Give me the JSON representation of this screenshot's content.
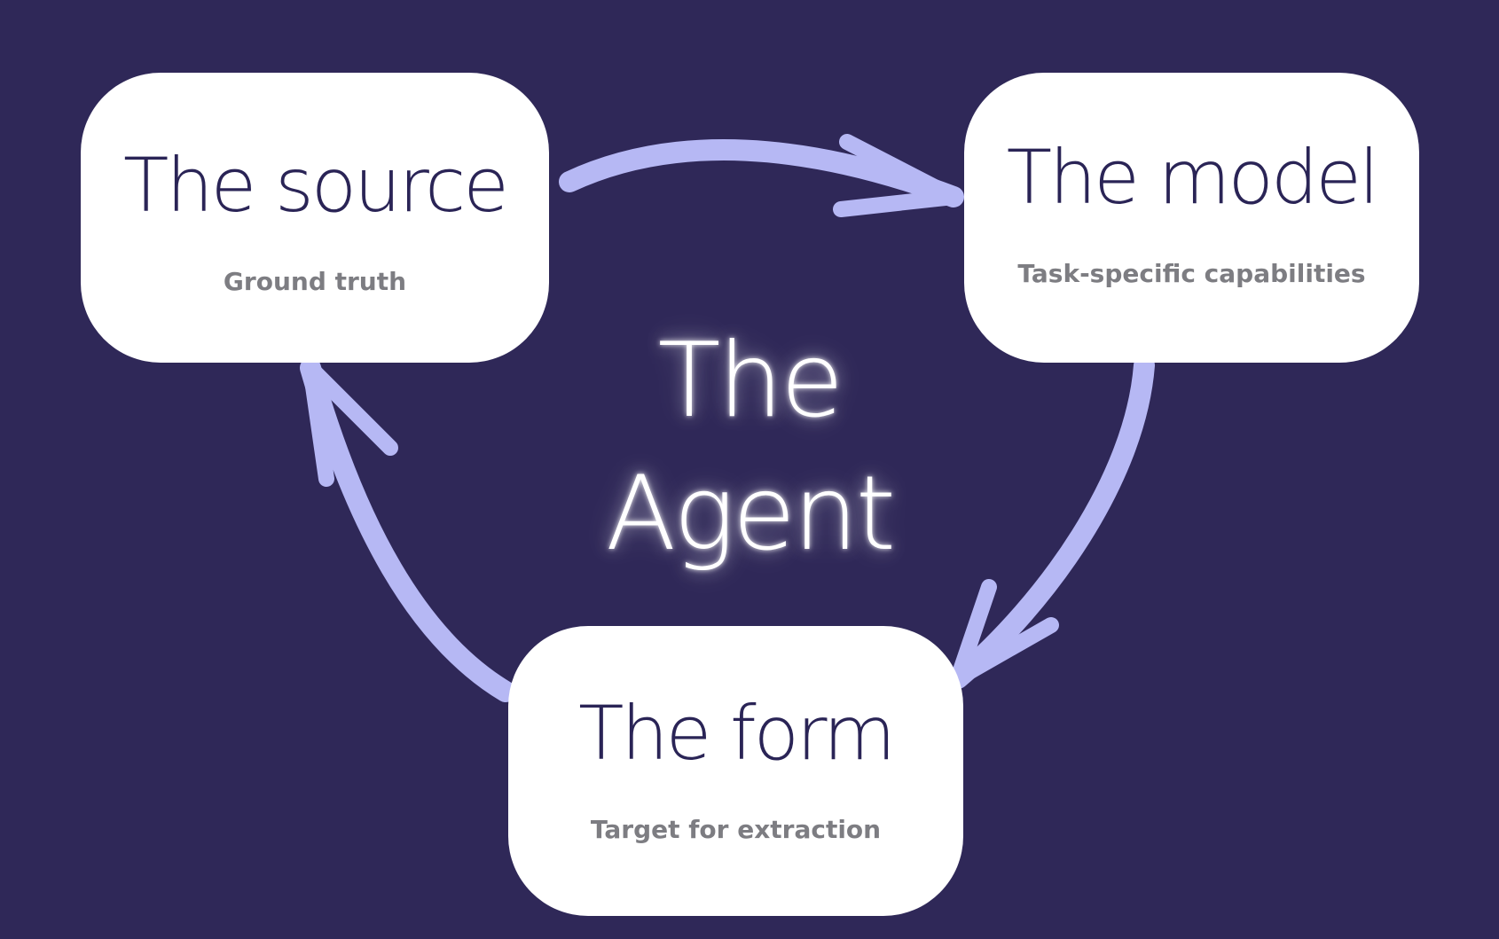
{
  "colors": {
    "background": "#2f2858",
    "card": "#ffffff",
    "title_text": "#2a2456",
    "subtitle_text": "#7d7d82",
    "arrow": "#b6b8f4",
    "center_text": "#ffffff"
  },
  "center": {
    "line1": "The",
    "line2": "Agent"
  },
  "nodes": {
    "source": {
      "title": "The source",
      "subtitle": "Ground truth"
    },
    "model": {
      "title": "The model",
      "subtitle": "Task-specific capabilities"
    },
    "form": {
      "title": "The form",
      "subtitle": "Target for extraction"
    }
  },
  "edges": [
    {
      "from": "The source",
      "to": "The model"
    },
    {
      "from": "The model",
      "to": "The form"
    },
    {
      "from": "The form",
      "to": "The source"
    }
  ]
}
